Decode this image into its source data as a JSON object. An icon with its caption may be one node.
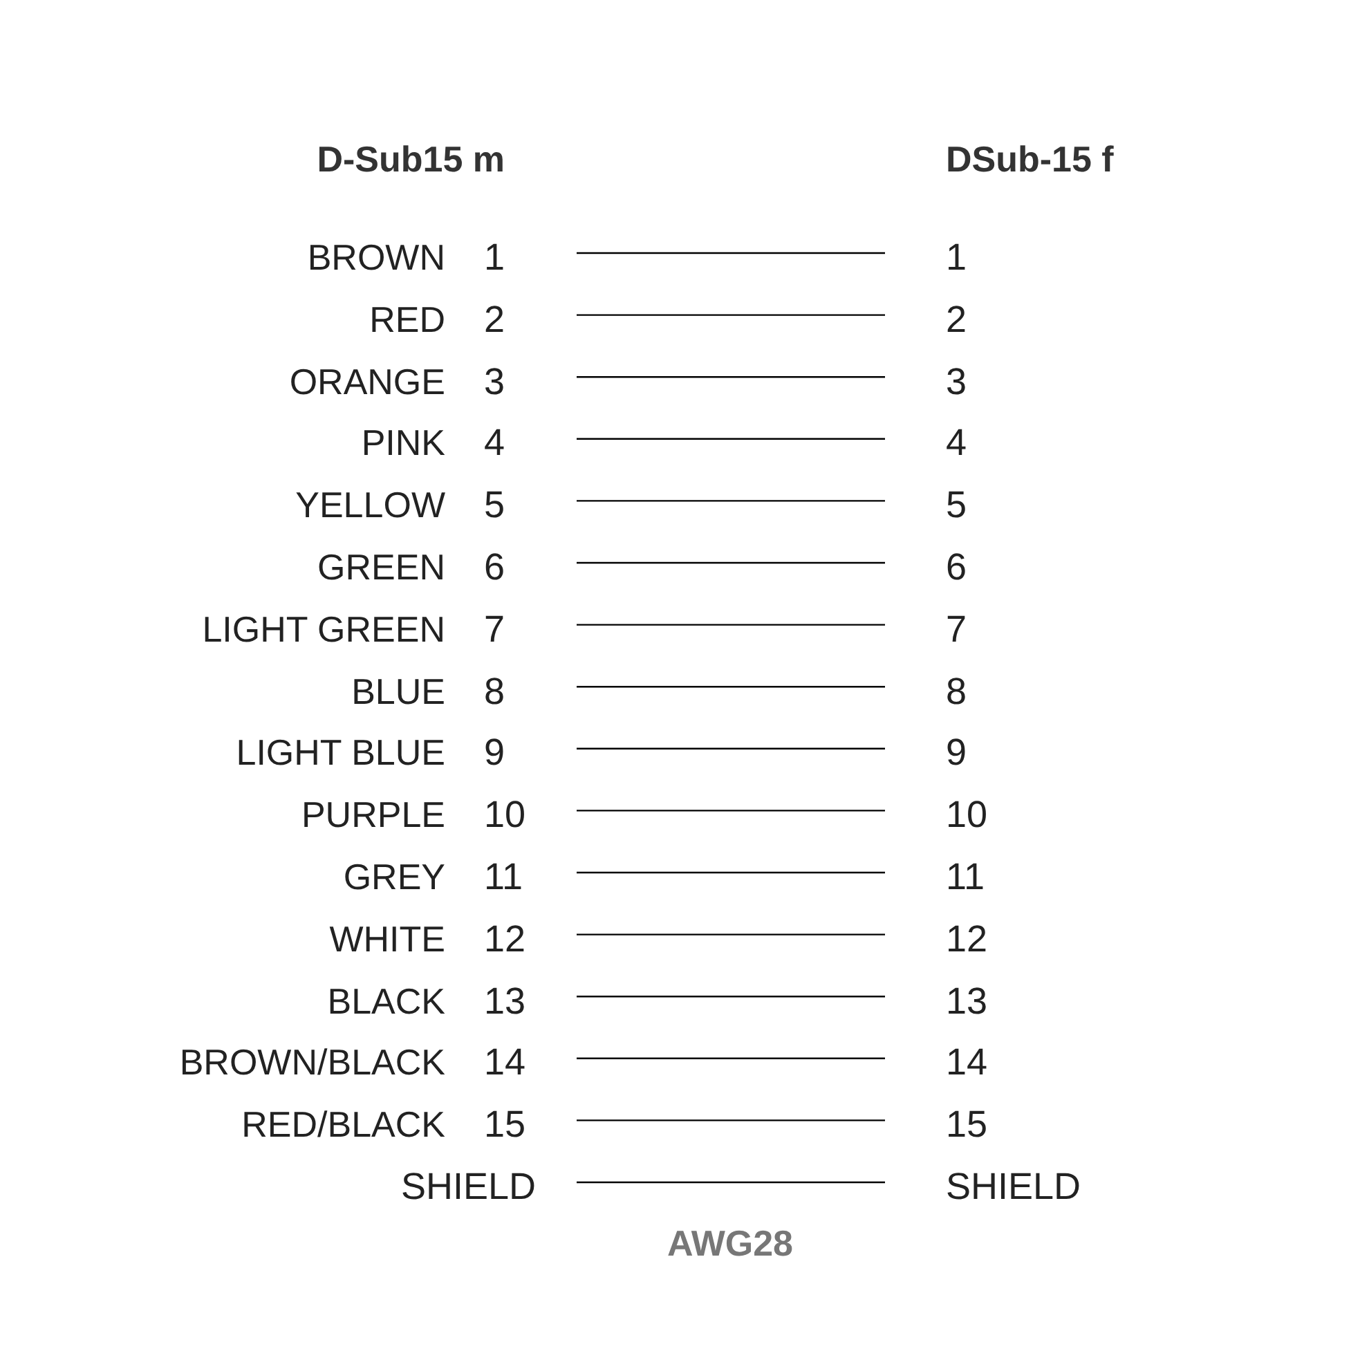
{
  "diagram": {
    "nodes": [
      {
        "text": [
          "1"
        ],
        "beside": [
          "BROWN"
        ]
      },
      {
        "text": [
          "1"
        ]
      },
      {
        "text": [
          "2"
        ],
        "beside": [
          "RED"
        ]
      },
      {
        "text": [
          "2"
        ]
      },
      {
        "text": [
          "3"
        ],
        "beside": [
          "ORANGE"
        ]
      },
      {
        "text": [
          "3"
        ]
      },
      {
        "text": [
          "4"
        ],
        "beside": [
          "PINK"
        ]
      },
      {
        "text": [
          "4"
        ]
      },
      {
        "text": [
          "5"
        ],
        "beside": [
          "YELLOW"
        ]
      },
      {
        "text": [
          "5"
        ]
      },
      {
        "text": [
          "6"
        ],
        "beside": [
          "GREEN"
        ]
      },
      {
        "text": [
          "6"
        ]
      },
      {
        "text": [
          "7"
        ],
        "beside": [
          "LIGHT GREEN"
        ]
      },
      {
        "text": [
          "7"
        ]
      },
      {
        "text": [
          "8"
        ],
        "beside": [
          "BLUE"
        ]
      },
      {
        "text": [
          "8"
        ]
      },
      {
        "text": [
          "9"
        ],
        "beside": [
          "LIGHT BLUE"
        ]
      },
      {
        "text": [
          "9"
        ]
      },
      {
        "text": [
          "10"
        ],
        "beside": [
          "PURPLE"
        ]
      },
      {
        "text": [
          "10"
        ]
      },
      {
        "text": [
          "11"
        ],
        "beside": [
          "GREY"
        ]
      },
      {
        "text": [
          "11"
        ]
      },
      {
        "text": [
          "12"
        ],
        "beside": [
          "WHITE"
        ]
      },
      {
        "text": [
          "12"
        ]
      },
      {
        "text": [
          "13"
        ],
        "beside": [
          "BLACK"
        ]
      },
      {
        "text": [
          "13"
        ]
      },
      {
        "text": [
          "14"
        ],
        "beside": [
          "BROWN/BLACK"
        ]
      },
      {
        "text": [
          "14"
        ]
      },
      {
        "text": [
          "15"
        ],
        "beside": [
          "RED/BLACK"
        ]
      },
      {
        "text": [
          "15"
        ]
      },
      {
        "text": [
          "SHIELD"
        ]
      },
      {
        "text": [
          "SHIELD"
        ]
      }
    ],
    "edges": [
      {
        "from": 0,
        "to": 1,
        "arrow": "none"
      },
      {
        "from": 2,
        "to": 3,
        "arrow": "none"
      },
      {
        "from": 4,
        "to": 5,
        "arrow": "none"
      },
      {
        "from": 6,
        "to": 7,
        "arrow": "none"
      },
      {
        "from": 8,
        "to": 9,
        "arrow": "none"
      },
      {
        "from": 10,
        "to": 11,
        "arrow": "none"
      },
      {
        "from": 12,
        "to": 13,
        "arrow": "none"
      },
      {
        "from": 14,
        "to": 15,
        "arrow": "none"
      },
      {
        "from": 16,
        "to": 17,
        "arrow": "none"
      },
      {
        "from": 18,
        "to": 19,
        "arrow": "none"
      },
      {
        "from": 20,
        "to": 21,
        "arrow": "none"
      },
      {
        "from": 22,
        "to": 23,
        "arrow": "none"
      },
      {
        "from": 24,
        "to": 25,
        "arrow": "none"
      },
      {
        "from": 26,
        "to": 27,
        "arrow": "none"
      },
      {
        "from": 28,
        "to": 29,
        "arrow": "none"
      },
      {
        "from": 30,
        "to": 31,
        "arrow": "none"
      }
    ],
    "labels": [
      "D-Sub15 m",
      "DSub-15 f",
      "AWG28"
    ]
  }
}
